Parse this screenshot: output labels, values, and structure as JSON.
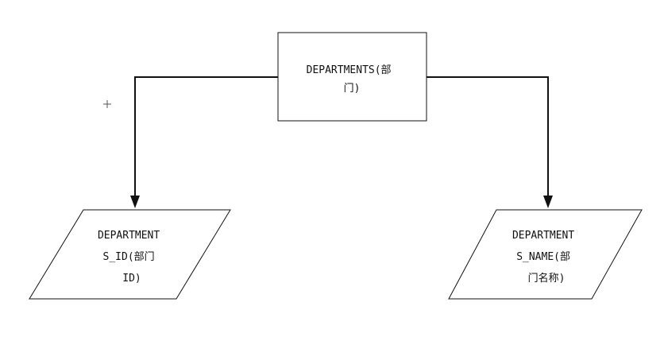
{
  "nodes": {
    "root": {
      "lines": [
        "DEPARTMENTS(部",
        "门)"
      ]
    },
    "left": {
      "lines": [
        "DEPARTMENT",
        "S_ID(部门",
        "ID)"
      ]
    },
    "right": {
      "lines": [
        "DEPARTMENT",
        "S_NAME(部",
        "门名称)"
      ]
    }
  },
  "colors": {
    "stroke": "#111111",
    "fill": "#ffffff"
  }
}
